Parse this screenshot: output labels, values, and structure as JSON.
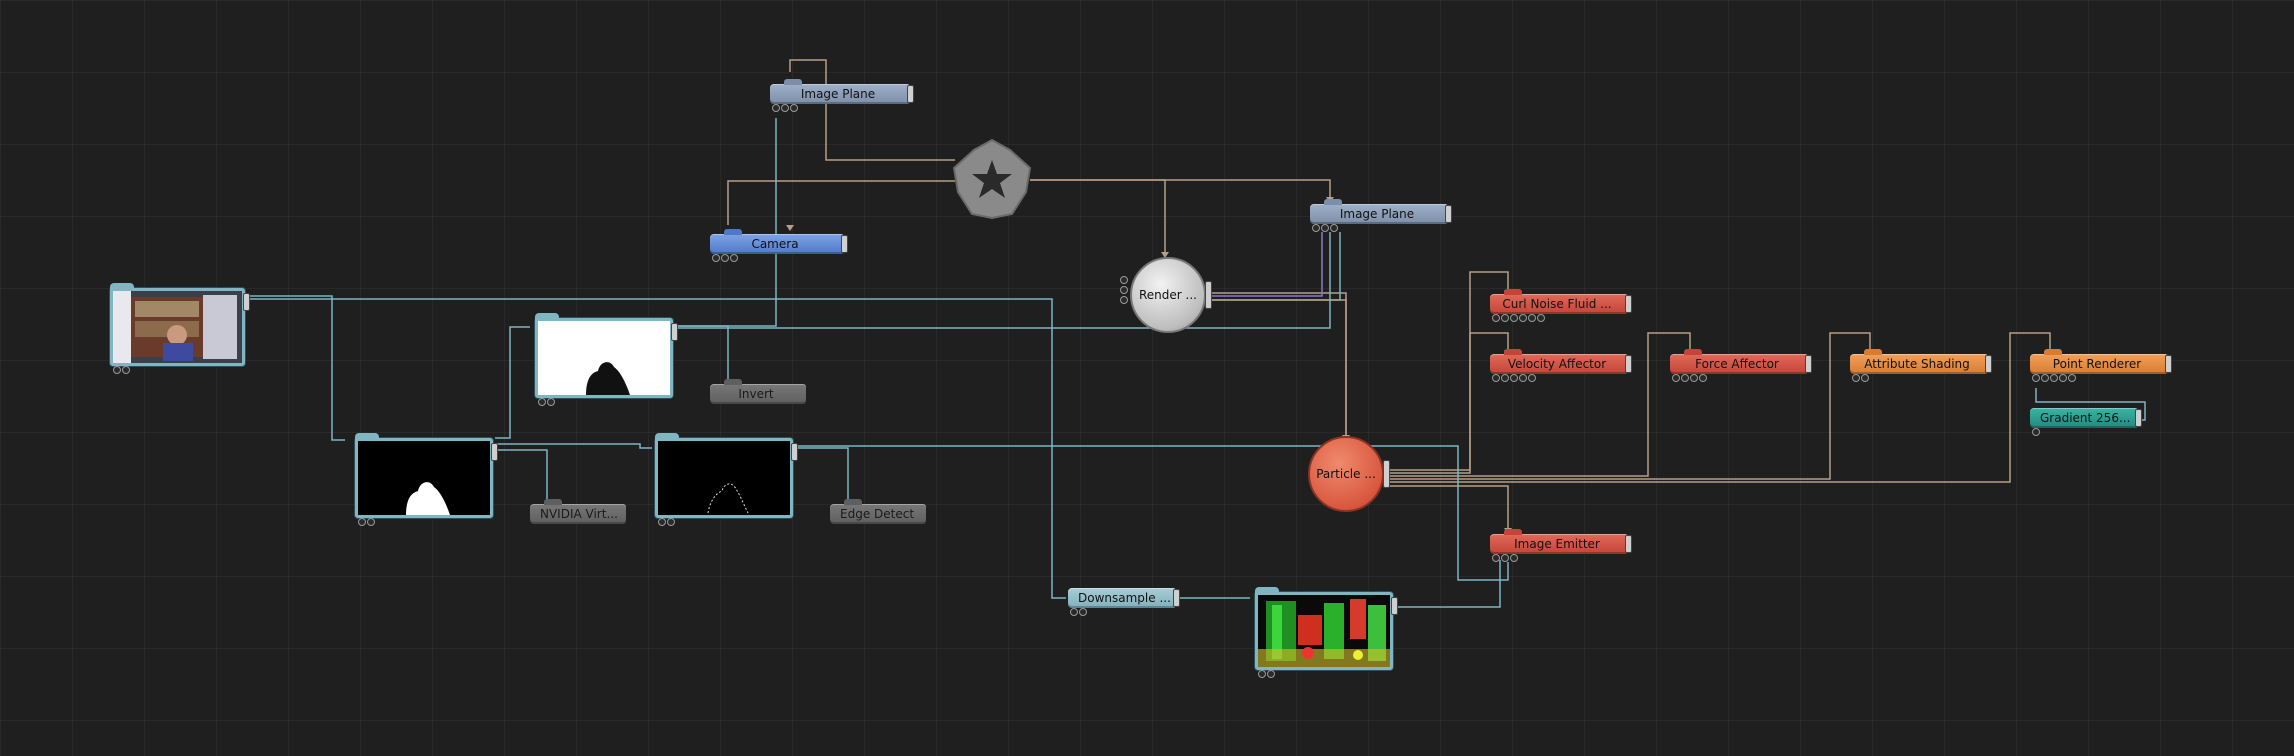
{
  "colors": {
    "background": "#1f1f1f",
    "wire_video": "#7fb6c2",
    "wire_render": "#b59f86",
    "image_plane": "#8fa0ba",
    "camera": "#5f88d8",
    "filter": "#6a6a6a",
    "particle_red": "#d85a4a",
    "particle_orange": "#e8904a",
    "gradient": "#2ea395"
  },
  "nodes": {
    "image_plane_top": {
      "label": "Image Plane",
      "icon": "image-plane-node"
    },
    "image_plane_right": {
      "label": "Image Plane",
      "icon": "image-plane-node"
    },
    "camera": {
      "label": "Camera",
      "icon": "camera-node"
    },
    "render": {
      "label": "Render ...",
      "icon": "render-layer-node"
    },
    "invert": {
      "label": "Invert"
    },
    "nvidia": {
      "label": "NVIDIA Virt..."
    },
    "edge_detect": {
      "label": "Edge Detect"
    },
    "downsample": {
      "label": "Downsample ..."
    },
    "particle": {
      "label": "Particle ..."
    },
    "curl_noise": {
      "label": "Curl Noise Fluid ..."
    },
    "velocity_affector": {
      "label": "Velocity Affector"
    },
    "force_affector": {
      "label": "Force Affector"
    },
    "attribute_shading": {
      "label": "Attribute Shading"
    },
    "point_renderer": {
      "label": "Point Renderer"
    },
    "gradient": {
      "label": "Gradient 256..."
    },
    "image_emitter": {
      "label": "Image Emitter"
    }
  },
  "video_nodes": {
    "webcam": {
      "icon": "webcam-video-thumbnail"
    },
    "mask_white": {
      "icon": "mask-white-thumbnail"
    },
    "mask_black": {
      "icon": "mask-black-thumbnail"
    },
    "edge_black": {
      "icon": "edge-black-thumbnail"
    },
    "flow_colored": {
      "icon": "optical-flow-thumbnail"
    }
  },
  "root_node": {
    "icon": "root-star-node"
  }
}
